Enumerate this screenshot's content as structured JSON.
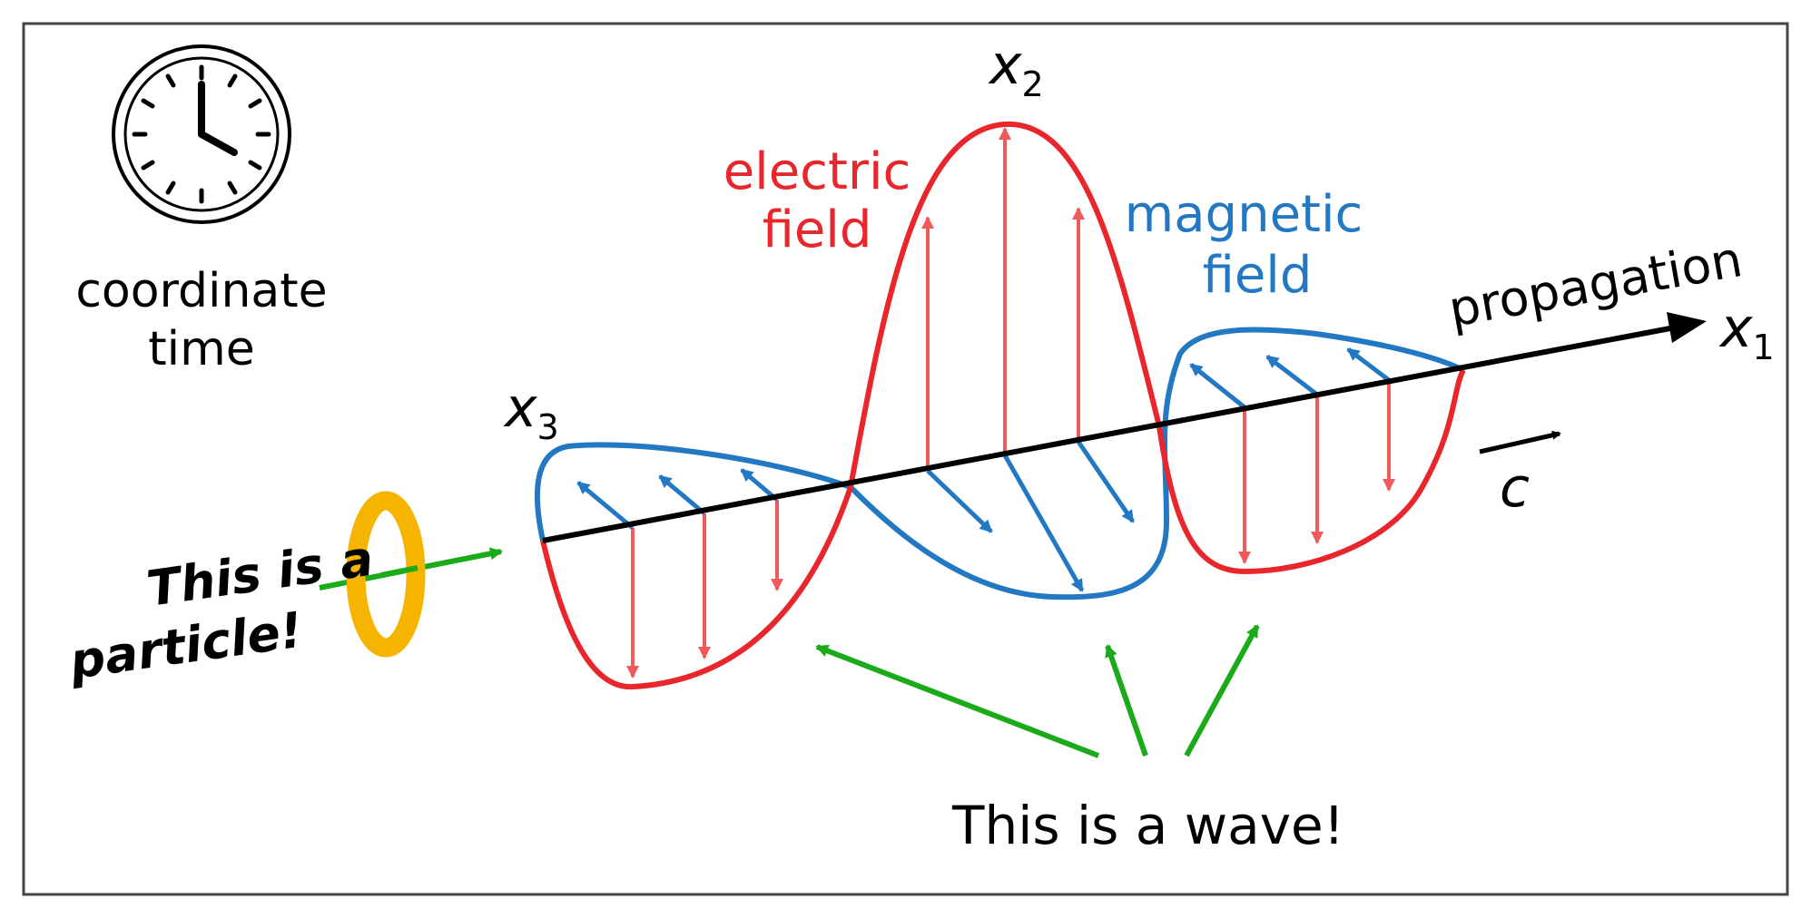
{
  "labels": {
    "clock_caption_line1": "coordinate",
    "clock_caption_line2": "time",
    "electric_line1": "electric",
    "electric_line2": "field",
    "magnetic_line1": "magnetic",
    "magnetic_line2": "field",
    "propagation": "propagation",
    "x1_base": "x",
    "x1_sub": "1",
    "x2_base": "x",
    "x2_sub": "2",
    "x3_base": "x",
    "x3_sub": "3",
    "speed": "c",
    "particle_line1": "This is a",
    "particle_line2": "particle!",
    "wave_caption": "This is a wave!"
  },
  "colors": {
    "electric": "#e8262b",
    "electric_arrow": "#ef5b5b",
    "magnetic": "#2378c3",
    "pointer": "#1aaa1a",
    "particle": "#f5b400",
    "axis": "#000000",
    "frame": "#444444"
  },
  "icons": [
    "clock-icon",
    "particle-ring-icon"
  ]
}
